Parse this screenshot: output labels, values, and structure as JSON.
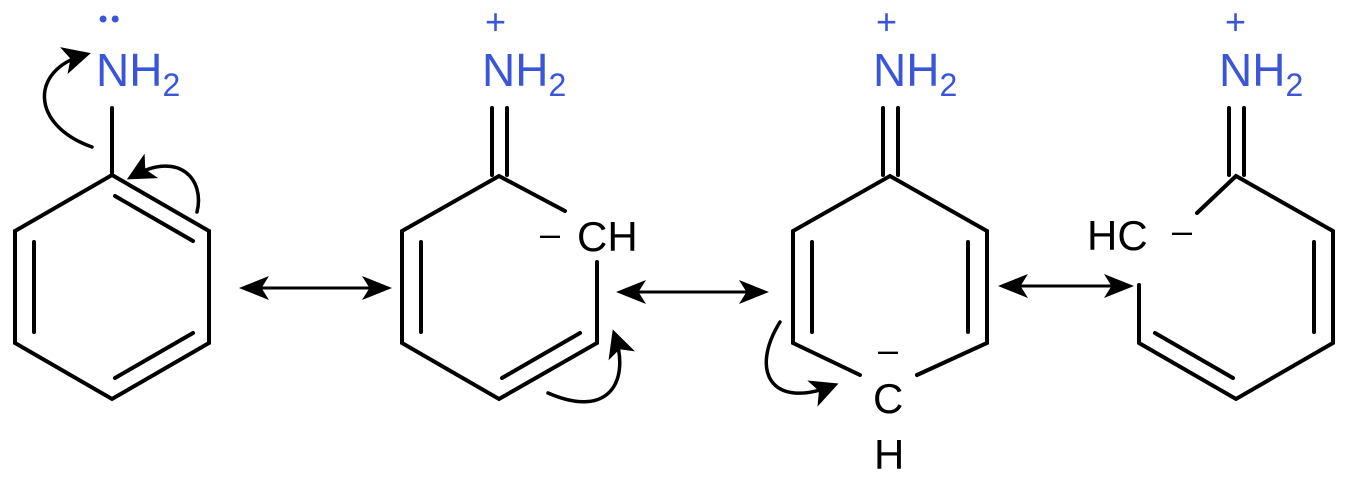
{
  "colors": {
    "nitrogen": "#3a55d8",
    "bond": "#000000",
    "background": "#ffffff"
  },
  "structures": [
    {
      "amine": {
        "symbol": "NH",
        "subscript": "2",
        "lone_pair": "••"
      }
    },
    {
      "amine": {
        "symbol": "NH",
        "subscript": "2",
        "charge": "+"
      },
      "carbanion": {
        "label": "CH",
        "charge": "–"
      }
    },
    {
      "amine": {
        "symbol": "NH",
        "subscript": "2",
        "charge": "+"
      },
      "carbanion": {
        "label": "C",
        "hydrogen": "H",
        "charge": "–"
      }
    },
    {
      "amine": {
        "symbol": "NH",
        "subscript": "2",
        "charge": "+"
      },
      "carbanion": {
        "label": "HC",
        "charge": "–"
      }
    }
  ],
  "resonance_arrows": [
    {
      "symbol": "double-headed-arrow"
    },
    {
      "symbol": "double-headed-arrow"
    },
    {
      "symbol": "double-headed-arrow"
    }
  ]
}
